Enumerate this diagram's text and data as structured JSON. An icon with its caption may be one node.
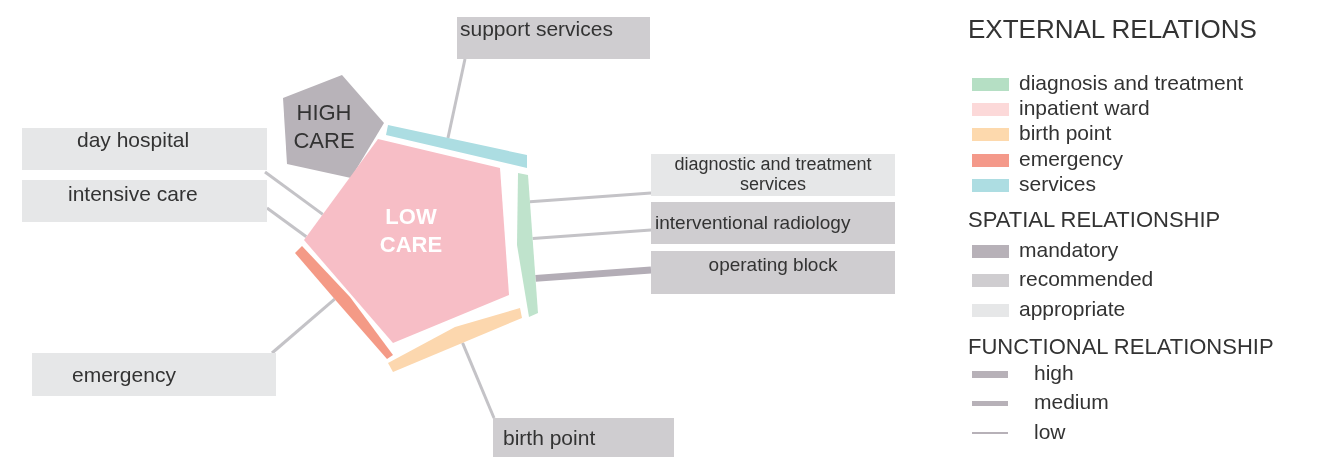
{
  "diagram": {
    "nodes": [
      {
        "text": [
          "support services"
        ]
      },
      {
        "text": [
          "HIGH CARE"
        ]
      },
      {
        "text": [
          "day hospital"
        ]
      },
      {
        "text": [
          "intensive care"
        ]
      },
      {
        "text": [
          "LOW CARE"
        ]
      },
      {
        "text": [],
        "shape": "bar"
      },
      {
        "text": [],
        "shape": "bar"
      },
      {
        "text": [
          "diagnostic and treatment services"
        ]
      },
      {
        "text": [
          "interventional radiology"
        ]
      },
      {
        "text": [
          "operating block"
        ]
      },
      {
        "text": [],
        "shape": "bar"
      },
      {
        "text": [],
        "shape": "bar"
      },
      {
        "text": [
          "emergency"
        ]
      },
      {
        "text": [
          "birth point"
        ]
      }
    ],
    "edges": [
      {
        "from": 0,
        "to": 5,
        "arrow": "none"
      },
      {
        "from": 2,
        "to": 4,
        "arrow": "none"
      },
      {
        "from": 3,
        "to": 4,
        "arrow": "none"
      },
      {
        "from": 7,
        "to": 6,
        "arrow": "none"
      },
      {
        "from": 8,
        "to": 6,
        "arrow": "none"
      },
      {
        "from": 9,
        "to": 6,
        "arrow": "none",
        "style": "thick",
        "color": "#b3adb6"
      },
      {
        "from": 12,
        "to": 10,
        "arrow": "none"
      },
      {
        "from": 13,
        "to": 11,
        "arrow": "none"
      }
    ],
    "labels": [
      "EXTERNAL RELATIONS",
      "SPATIAL RELATIONSHIP",
      "FUNCTIONAL RELATIONSHIP"
    ],
    "legend": [
      {
        "text": "diagnosis and treatment",
        "color": "#b5dfc4"
      },
      {
        "text": "inpatient ward",
        "color": "#fcd9d9"
      },
      {
        "text": "birth point",
        "color": "#fdd9ad"
      },
      {
        "text": "emergency",
        "color": "#f4998a"
      },
      {
        "text": "services",
        "color": "#addde2"
      },
      {
        "text": "mandatory",
        "color": "#b7b1b8"
      },
      {
        "text": "recommended",
        "color": "#cfcdd0"
      },
      {
        "text": "appropriate",
        "color": "#e6e7e8"
      },
      {
        "text": "high"
      },
      {
        "text": "medium"
      },
      {
        "text": "low"
      }
    ]
  }
}
